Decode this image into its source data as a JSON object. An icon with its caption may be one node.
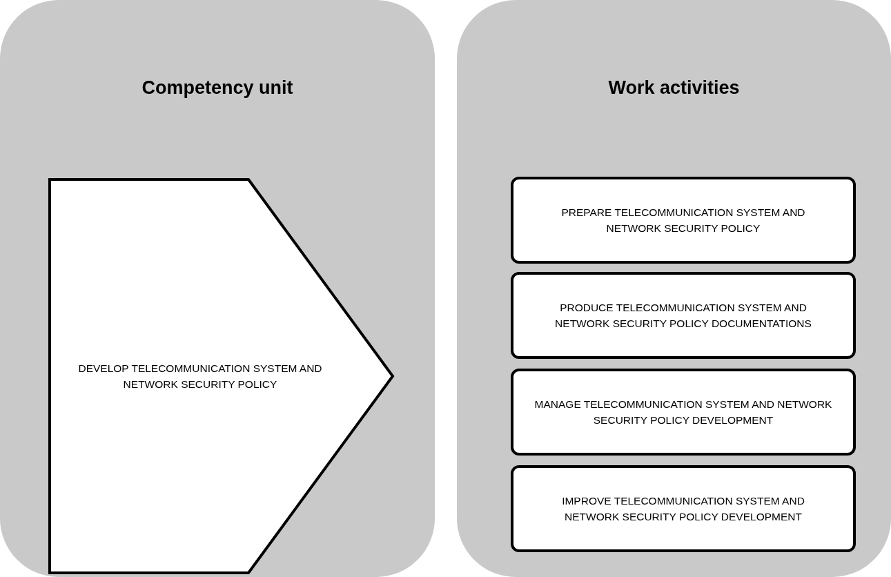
{
  "diagram": {
    "nodes": [
      {
        "text": [
          "Competency unit"
        ]
      },
      {
        "text": [
          "DEVELOP TELECOMMUNICATION SYSTEM AND NETWORK SECURITY POLICY"
        ],
        "in": 0
      },
      {
        "text": [
          "Work activities"
        ]
      },
      {
        "text": [
          "PREPARE TELECOMMUNICATION SYSTEM AND NETWORK SECURITY POLICY"
        ],
        "in": 2
      },
      {
        "text": [
          "PRODUCE TELECOMMUNICATION SYSTEM AND NETWORK SECURITY POLICY DOCUMENTATIONS"
        ],
        "in": 2
      },
      {
        "text": [
          "MANAGE TELECOMMUNICATION SYSTEM AND NETWORK SECURITY POLICY DEVELOPMENT"
        ],
        "in": 2
      },
      {
        "text": [
          "IMPROVE TELECOMMUNICATION SYSTEM AND NETWORK SECURITY POLICY DEVELOPMENT"
        ],
        "in": 2
      }
    ]
  }
}
